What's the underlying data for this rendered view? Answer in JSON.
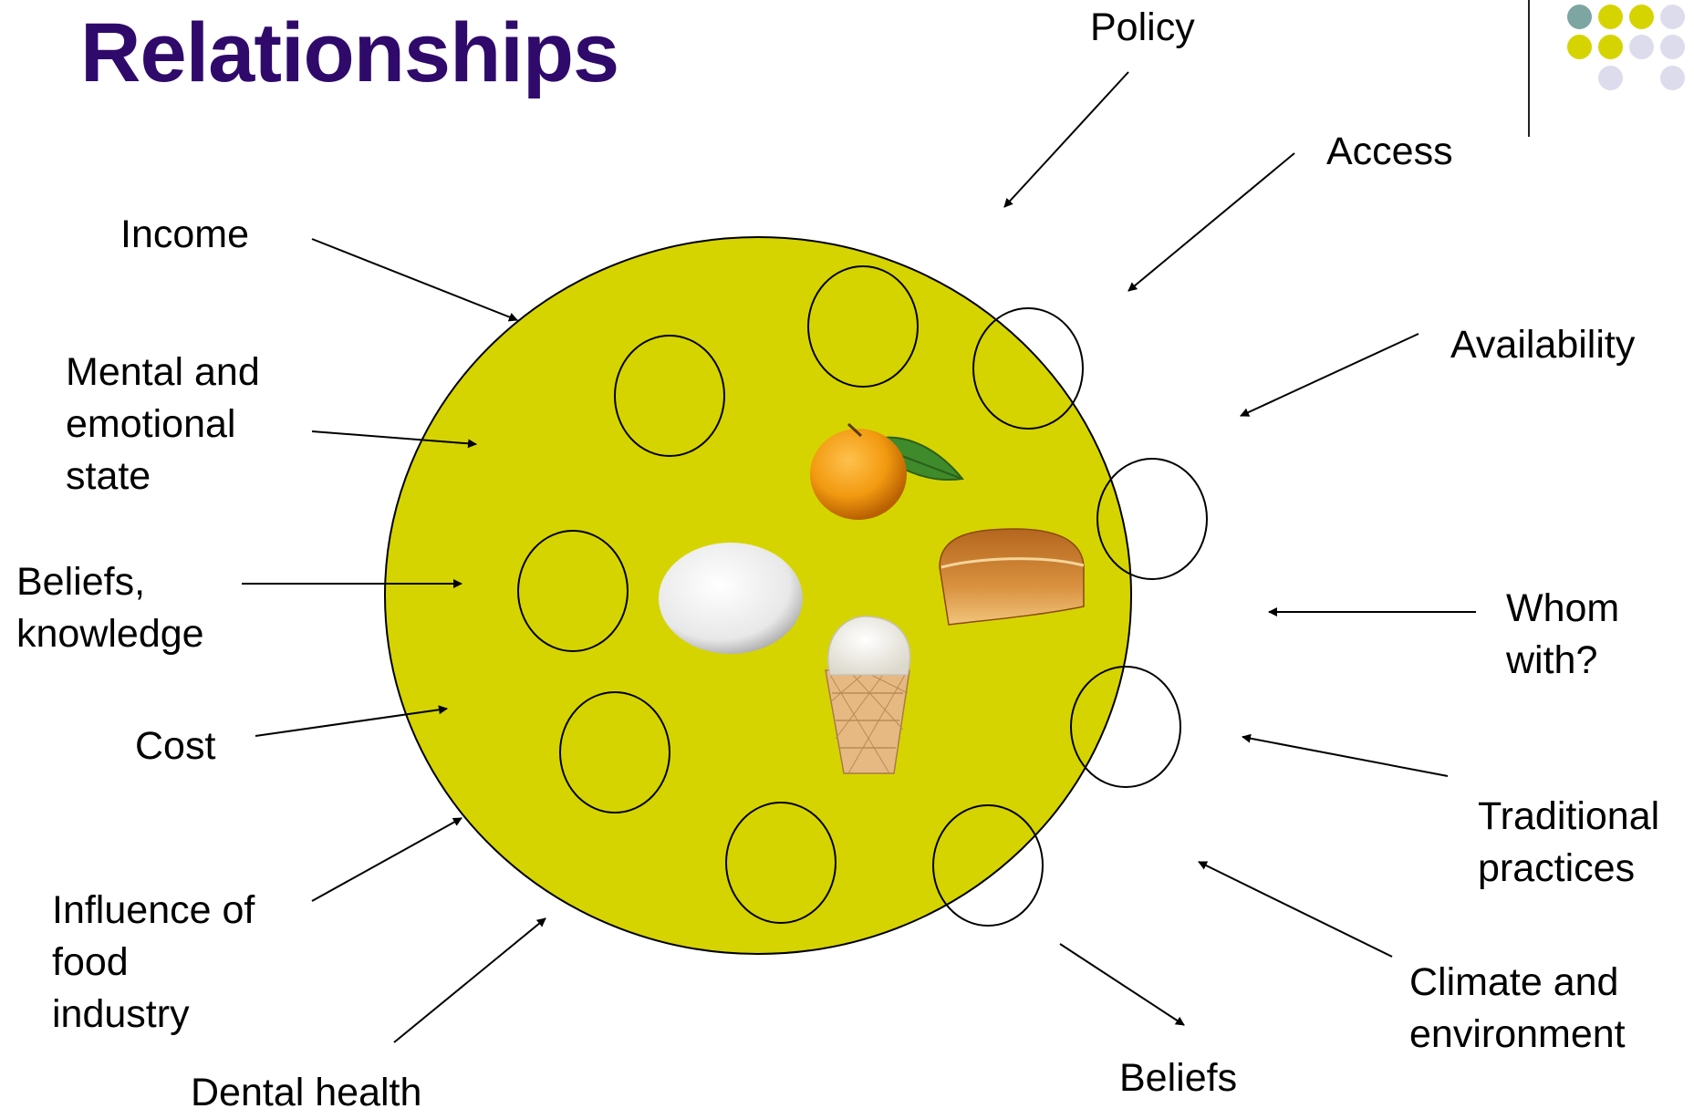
{
  "title": "Relationships",
  "labels": {
    "policy": "Policy",
    "access": "Access",
    "income": "Income",
    "availability": "Availability",
    "mental": [
      "Mental and",
      "emotional",
      "state"
    ],
    "beliefs_knowledge": [
      "Beliefs,",
      "knowledge"
    ],
    "whom_with": [
      "Whom",
      "with?"
    ],
    "cost": "Cost",
    "traditional": [
      "Traditional",
      "practices"
    ],
    "influence": [
      "Influence of",
      "food",
      "industry"
    ],
    "climate": [
      "Climate and",
      "environment"
    ],
    "dental": "Dental health",
    "beliefs": "Beliefs"
  },
  "colors": {
    "plate": "#d6d400",
    "title": "#2f0a6b",
    "dot_teal": "#7da6a3",
    "dot_yellow": "#d6d400",
    "dot_lilac": "#dddcec"
  },
  "decor_dots": [
    "dot_teal",
    "dot_yellow",
    "dot_yellow",
    "dot_lilac",
    "dot_yellow",
    "dot_yellow",
    "dot_lilac",
    "dot_lilac",
    "dot_lilac",
    "dot_lilac"
  ],
  "food_icons": [
    "orange-icon",
    "egg-icon",
    "bread-icon",
    "ice-cream-cone-icon"
  ]
}
